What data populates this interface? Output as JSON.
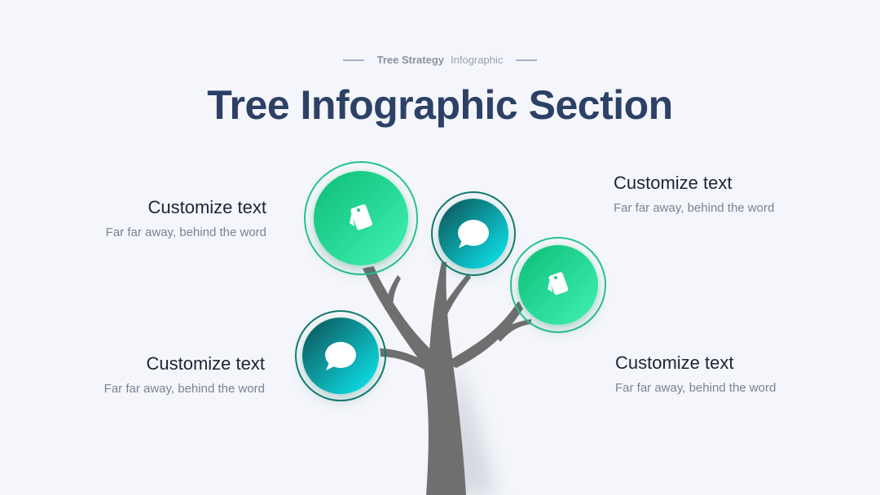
{
  "header": {
    "eyebrow_strong": "Tree Strategy",
    "eyebrow_rest": "Infographic",
    "title": "Tree Infographic Section"
  },
  "items": [
    {
      "heading": "Customize text",
      "body": "Far far away, behind the word"
    },
    {
      "heading": "Customize text",
      "body": "Far far away, behind the word"
    },
    {
      "heading": "Customize text",
      "body": "Far far away, behind the word"
    },
    {
      "heading": "Customize text",
      "body": "Far far away, behind the word"
    }
  ],
  "nodes": [
    {
      "icon": "tag-icon",
      "color": "green"
    },
    {
      "icon": "chat-bubble-icon",
      "color": "teal"
    },
    {
      "icon": "tag-icon",
      "color": "green"
    },
    {
      "icon": "chat-bubble-icon",
      "color": "teal"
    }
  ],
  "colors": {
    "title": "#2d4066",
    "green_start": "#10c27a",
    "green_end": "#3cf0b0",
    "teal_start": "#0b5a5a",
    "teal_end": "#10e6f0",
    "trunk": "#6e6e6e"
  }
}
